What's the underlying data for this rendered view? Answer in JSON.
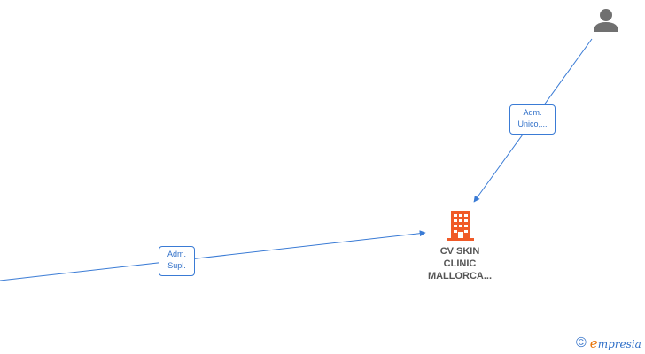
{
  "nodes": {
    "company": {
      "name_lines": [
        "CV SKIN",
        "CLINIC",
        "MALLORCA..."
      ],
      "icon": "building-icon",
      "color": "#f05a28"
    },
    "person": {
      "icon": "person-icon",
      "color": "#707070"
    }
  },
  "edges": [
    {
      "label_lines": [
        "Adm.",
        "Unico,..."
      ]
    },
    {
      "label_lines": [
        "Adm.",
        "Supl."
      ]
    }
  ],
  "colors": {
    "edge": "#3a7bd5",
    "label_text": "#2f6fc8"
  },
  "brand": {
    "copyright": "©",
    "logo_initial": "e",
    "logo_rest": "mpresia"
  }
}
